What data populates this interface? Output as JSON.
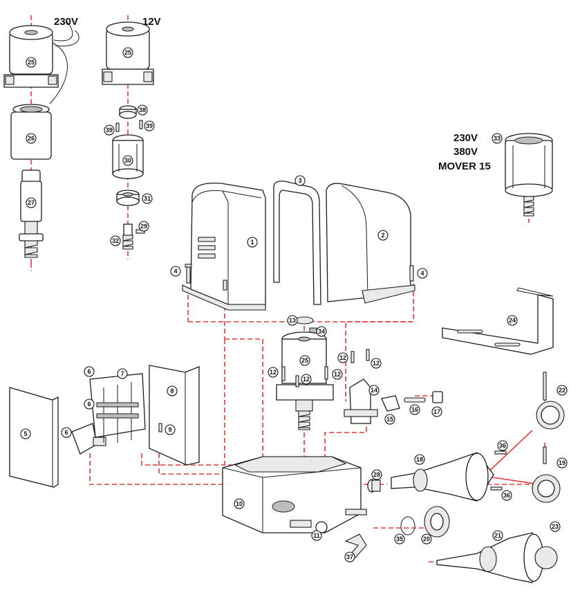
{
  "diagram": {
    "voltage_labels": {
      "motor_230v": "230V",
      "motor_12v": "12V",
      "mover_230v": "230V",
      "mover_380v": "380V",
      "mover_name": "MOVER 15"
    },
    "callouts": {
      "c1": "1",
      "c2": "2",
      "c3": "3",
      "c4a": "4",
      "c4b": "4",
      "c5": "5",
      "c6a": "6",
      "c6b": "6",
      "c6c": "6",
      "c7": "7",
      "c8": "8",
      "c9": "9",
      "c10": "10",
      "c11": "11",
      "c12a": "12",
      "c12b": "12",
      "c12c": "12",
      "c12d": "12",
      "c12e": "12",
      "c13": "13",
      "c14": "14",
      "c15": "15",
      "c16": "16",
      "c17": "17",
      "c18": "18",
      "c19": "19",
      "c20": "20",
      "c21": "21",
      "c22": "22",
      "c23": "23",
      "c24": "24",
      "c25a": "25",
      "c25b": "25",
      "c25c": "25",
      "c26": "26",
      "c27": "27",
      "c28": "28",
      "c29": "29",
      "c30": "30",
      "c31": "31",
      "c32": "32",
      "c33": "33",
      "c34": "34",
      "c35": "35",
      "c36a": "36",
      "c36b": "36",
      "c37": "37",
      "c38": "38",
      "c39a": "39",
      "c39b": "39"
    }
  }
}
